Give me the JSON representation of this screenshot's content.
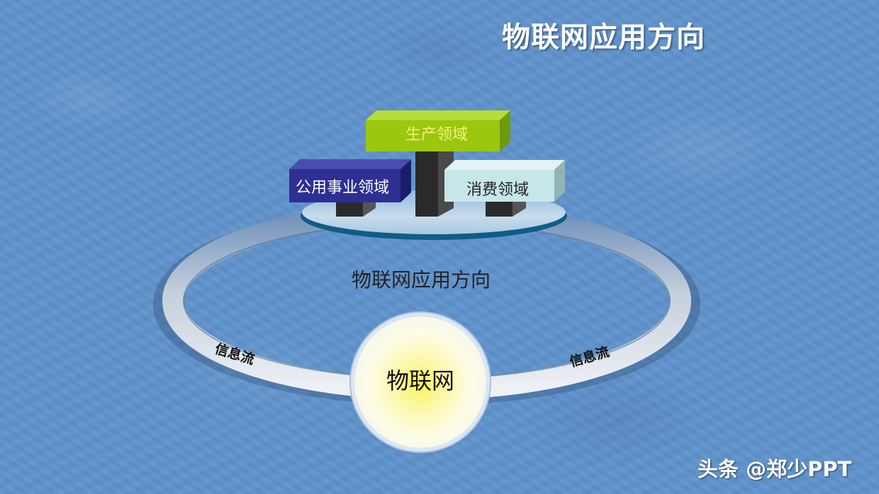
{
  "slide": {
    "title": "物联网应用方向",
    "center_label": "物联网应用方向",
    "hub_label": "物联网",
    "domains": [
      {
        "label": "公用事业领域",
        "color": "#2e2f93",
        "text_color": "#ffffff"
      },
      {
        "label": "生产领域",
        "color": "#9bc70f",
        "text_color": "#f2f27a"
      },
      {
        "label": "消费领域",
        "color": "#c7e6e8",
        "text_color": "#222222"
      }
    ],
    "flows": [
      {
        "label": "信息流",
        "side": "left"
      },
      {
        "label": "信息流",
        "side": "right"
      }
    ],
    "background_color": "#5f93cc"
  },
  "watermark": {
    "text": "头条 @郑少PPT"
  }
}
